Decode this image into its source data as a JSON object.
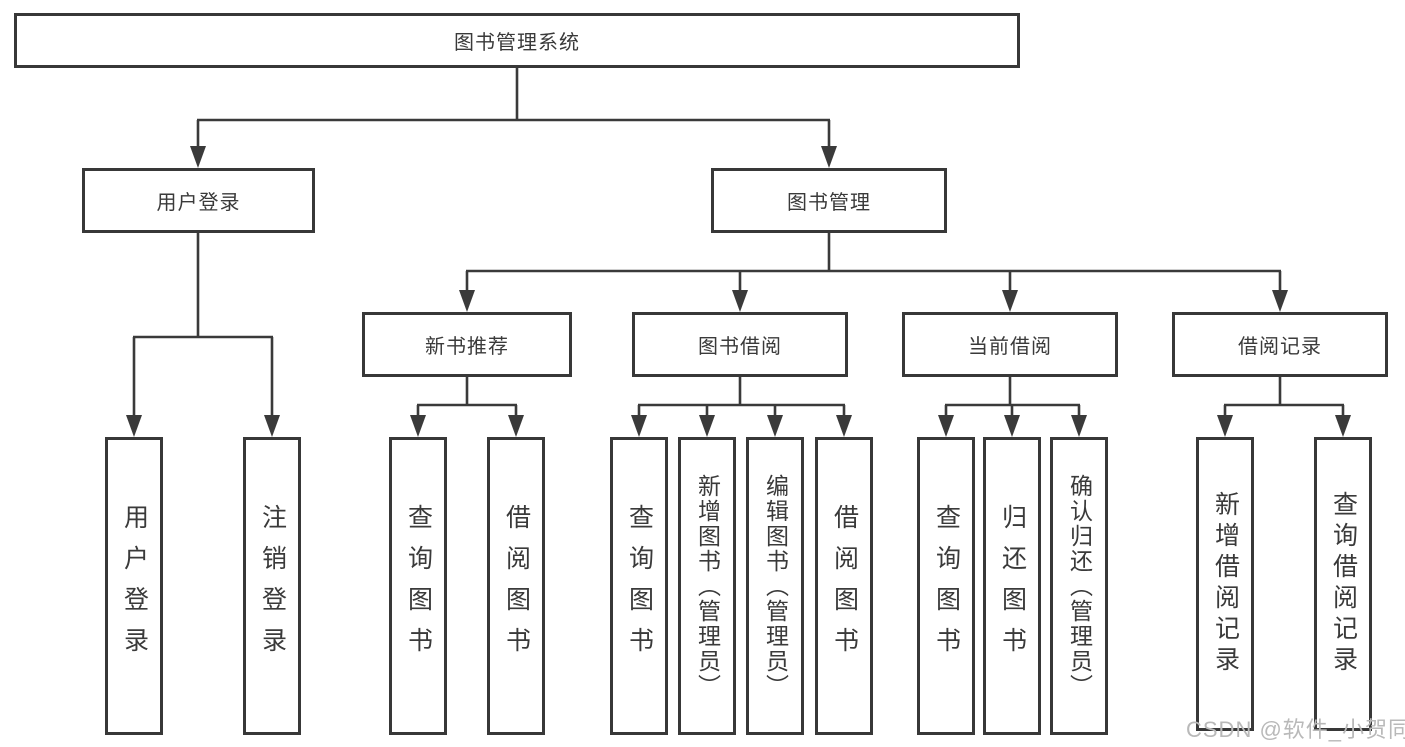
{
  "diagram": {
    "root_label": "图书管理系统",
    "branches": [
      {
        "label": "用户登录",
        "leaves": [
          "用户登录",
          "注销登录"
        ]
      },
      {
        "label": "图书管理",
        "sub_branches": [
          {
            "label": "新书推荐",
            "leaves": [
              "查询图书",
              "借阅图书"
            ]
          },
          {
            "label": "图书借阅",
            "leaves": [
              "查询图书",
              "新增图书（管理员）",
              "编辑图书（管理员）",
              "借阅图书"
            ]
          },
          {
            "label": "当前借阅",
            "leaves": [
              "查询图书",
              "归还图书",
              "确认归还（管理员）"
            ]
          },
          {
            "label": "借阅记录",
            "leaves": [
              "新增借阅记录",
              "查询借阅记录"
            ]
          }
        ]
      }
    ]
  },
  "watermark": "CSDN @软件_小贺同学",
  "colors": {
    "line": "#3a3a3a",
    "text": "#3a3a3a",
    "box_background": "#ffffff",
    "page_background": "#ffffff",
    "watermark": "#b9b9b9"
  }
}
